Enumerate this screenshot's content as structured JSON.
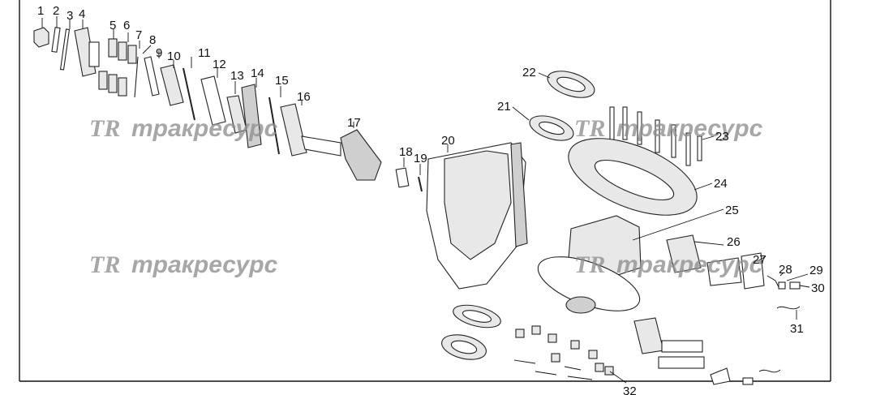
{
  "watermark": {
    "logo": "TR",
    "text": "тракресурс"
  },
  "labels": [
    "1",
    "2",
    "3",
    "4",
    "5",
    "6",
    "7",
    "8",
    "9",
    "10",
    "11",
    "12",
    "13",
    "14",
    "15",
    "16",
    "17",
    "18",
    "19",
    "20",
    "21",
    "22",
    "23",
    "24",
    "25",
    "26",
    "27",
    "28",
    "29",
    "30",
    "31",
    "32"
  ]
}
